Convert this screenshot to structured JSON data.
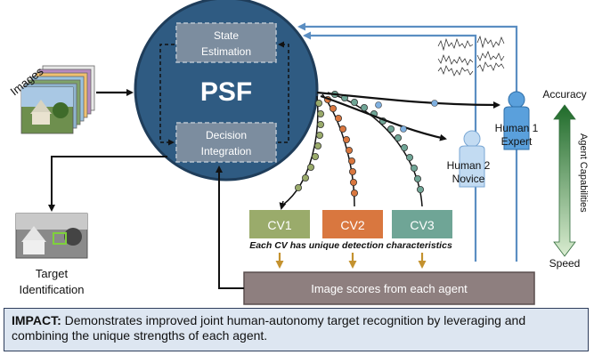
{
  "diagram": {
    "inputs": {
      "images_label": "Images"
    },
    "psf": {
      "title": "PSF",
      "state_line1": "State",
      "state_line2": "Estimation",
      "decision_line1": "Decision",
      "decision_line2": "Integration"
    },
    "output": {
      "line1": "Target",
      "line2": "Identification"
    },
    "agents": {
      "cv1": "CV1",
      "cv2": "CV2",
      "cv3": "CV3",
      "cv_note": "Each CV has unique detection characteristics",
      "human1_line1": "Human 1",
      "human1_line2": "Expert",
      "human2_line1": "Human 2",
      "human2_line2": "Novice"
    },
    "scores_label": "Image scores from each agent",
    "scale": {
      "top": "Accuracy",
      "bottom": "Speed",
      "side": "Agent Capabilities"
    }
  },
  "impact": {
    "label": "IMPACT:",
    "text": "Demonstrates improved joint human-autonomy target recognition by leveraging and combining the unique strengths of each agent."
  },
  "colors": {
    "psf_circle": "#2f5b82",
    "psf_border": "#1f3d5a",
    "cv1": "#9aab6b",
    "cv2": "#d9773f",
    "cv3": "#6fa596",
    "human": "#5aa0dc",
    "scores_box": "#8e7f7f",
    "arrow_blue": "#5b8ec2",
    "arrow_gold": "#c4922f"
  }
}
